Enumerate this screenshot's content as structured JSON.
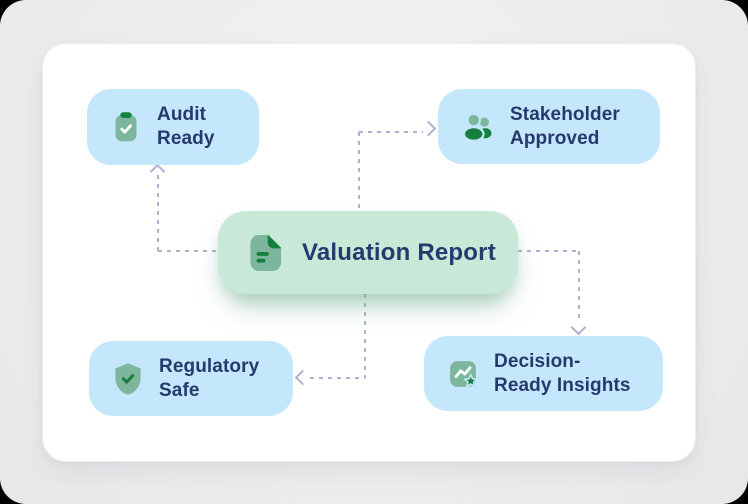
{
  "colors": {
    "background": "#ececee",
    "card": "#ffffff",
    "node_blue": "#c4e7fb",
    "node_mint": "#c8e8d8",
    "icon_sage": "#7db69c",
    "icon_green_dark": "#157f3d",
    "text_navy": "#26396d",
    "connector": "#a9b3d1"
  },
  "diagram": {
    "center_node": {
      "label": "Valuation Report",
      "icon": "document-report-icon"
    },
    "nodes": [
      {
        "id": "audit-ready",
        "position": "top-left",
        "icon": "clipboard-check-icon",
        "lines": [
          "Audit",
          "Ready"
        ]
      },
      {
        "id": "stakeholder-approved",
        "position": "top-right",
        "icon": "users-icon",
        "lines": [
          "Stakeholder",
          "Approved"
        ]
      },
      {
        "id": "regulatory-safe",
        "position": "bottom-left",
        "icon": "shield-check-icon",
        "lines": [
          "Regulatory",
          "Safe"
        ]
      },
      {
        "id": "decision-ready-insights",
        "position": "bottom-right",
        "icon": "trend-chart-star-icon",
        "lines": [
          "Decision-",
          "Ready Insights"
        ]
      }
    ],
    "connections": [
      {
        "from": "valuation-report",
        "to": "audit-ready",
        "style": "dashed-arrow"
      },
      {
        "from": "valuation-report",
        "to": "stakeholder-approved",
        "style": "dashed-arrow"
      },
      {
        "from": "valuation-report",
        "to": "decision-ready-insights",
        "style": "dashed-arrow"
      },
      {
        "from": "valuation-report",
        "to": "regulatory-safe",
        "style": "dashed-arrow"
      }
    ]
  }
}
